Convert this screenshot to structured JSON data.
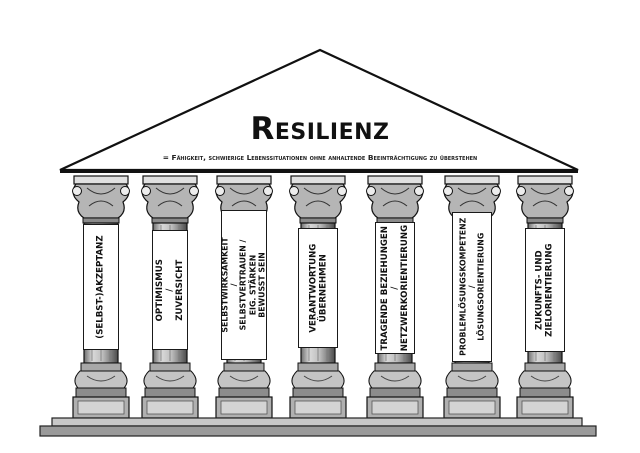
{
  "title": "Resilienz",
  "subtitle": "= Fähigkeit, schwierige Lebenssituationen ohne anhaltende Beeinträchtigung zu überstehen",
  "pillars": [
    {
      "label": "(Selbst-)Akzeptanz"
    },
    {
      "label": "Optimismus /\nZuversicht"
    },
    {
      "label": "Selbstwirksamkeit /\nSelbstvertrauen /\nEig. Stärken bewusst sein"
    },
    {
      "label": "Verantwortung\nübernehmen"
    },
    {
      "label": "Tragende Beziehungen /\nNetzwerkorientierung"
    },
    {
      "label": "Problemlösungskompetenz /\nLösungsorientierung"
    },
    {
      "label": "Zukunfts- und\nZielorientierung"
    }
  ]
}
